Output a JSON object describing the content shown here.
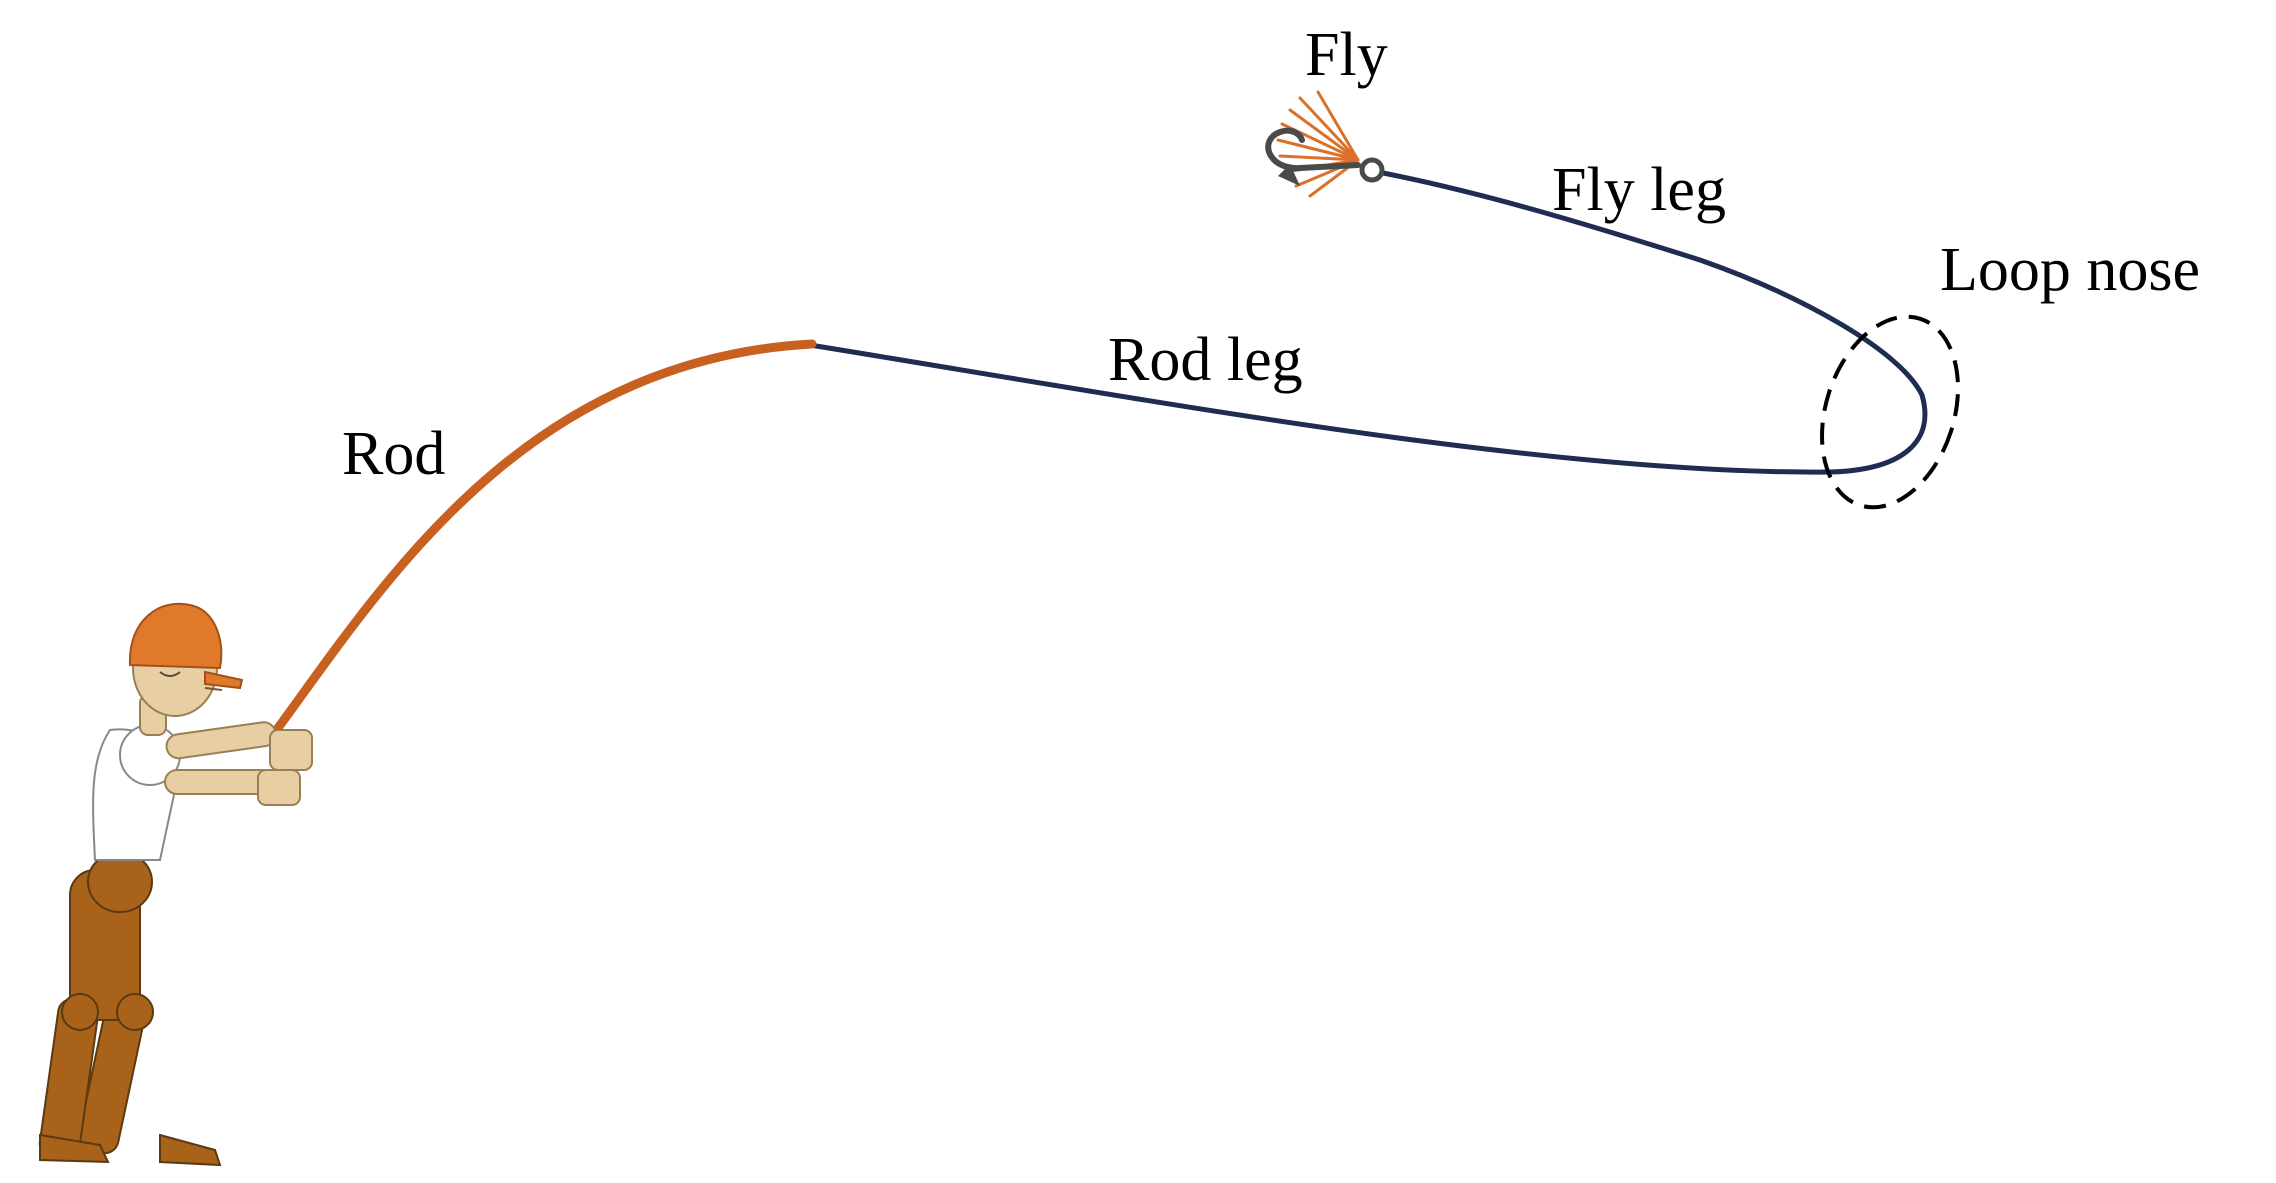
{
  "labels": {
    "fly": "Fly",
    "fly_leg": "Fly leg",
    "loop_nose": "Loop nose",
    "rod_leg": "Rod leg",
    "rod": "Rod"
  },
  "colors": {
    "rod": "#c8601f",
    "line": "#1f2d52",
    "hat": "#e07a2a",
    "skin": "#e7cfa3",
    "shirt": "#ffffff",
    "pants": "#a8621a",
    "fly_tail": "#d9712a",
    "hook": "#4a4a4a",
    "loop_marker": "#000000"
  },
  "icons": [
    "angler-figure",
    "fly-hook-icon"
  ]
}
